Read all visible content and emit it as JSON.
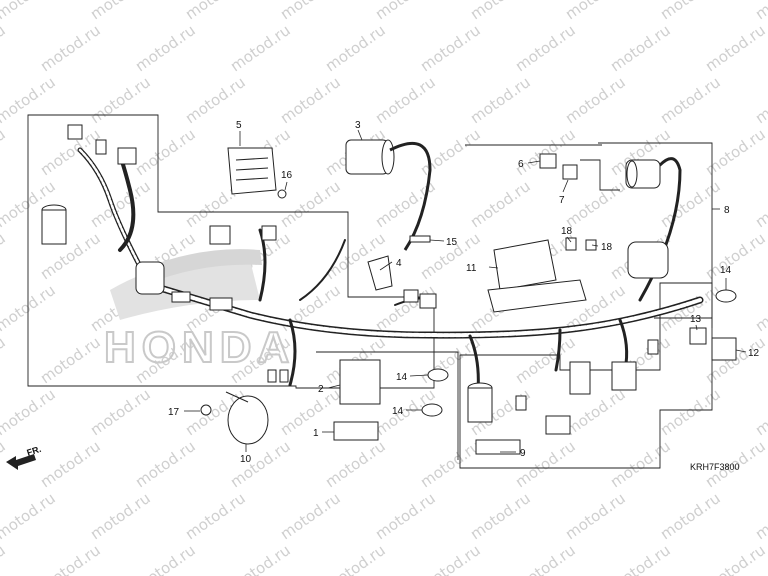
{
  "watermark": "motod.ru",
  "brand_logo_text": "HONDA",
  "diagram_code": "KRH7F3800",
  "front_marker": "FR.",
  "callouts": {
    "p1": "1",
    "p2": "2",
    "p3": "3",
    "p4": "4",
    "p5": "5",
    "p6": "6",
    "p7": "7",
    "p8": "8",
    "p9": "9",
    "p10": "10",
    "p11": "11",
    "p12": "12",
    "p13": "13",
    "p14a": "14",
    "p14b": "14",
    "p14c": "14",
    "p15": "15",
    "p16": "16",
    "p17": "17",
    "p18a": "18",
    "p18b": "18"
  }
}
